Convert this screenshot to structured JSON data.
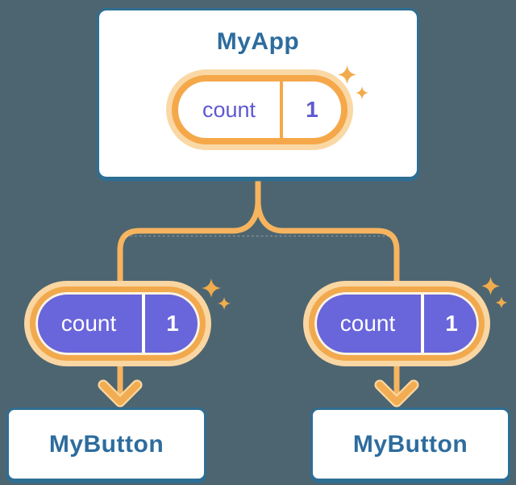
{
  "root": {
    "label": "MyApp",
    "state": {
      "name": "count",
      "value": "1"
    }
  },
  "children": [
    {
      "label": "MyButton",
      "prop": {
        "name": "count",
        "value": "1"
      }
    },
    {
      "label": "MyButton",
      "prop": {
        "name": "count",
        "value": "1"
      }
    }
  ],
  "icons": {
    "sparkle": "sparkle-icon",
    "arrow": "down-arrow-icon"
  },
  "colors": {
    "background": "#4D6570",
    "card_border": "#2E6E93",
    "card_background": "#FFFFFF",
    "heading_text": "#2D6C9E",
    "state_purple": "#6965DB",
    "state_text_purple": "#5E59D0",
    "orange_ring": "#F4A847",
    "orange_glow": "#FAD8A6",
    "orange_line": "#F6B45F",
    "arrowhead": "#F2AC52",
    "cream_ring": "#FFF4E0",
    "pill_text_white": "#FFFFFF"
  }
}
